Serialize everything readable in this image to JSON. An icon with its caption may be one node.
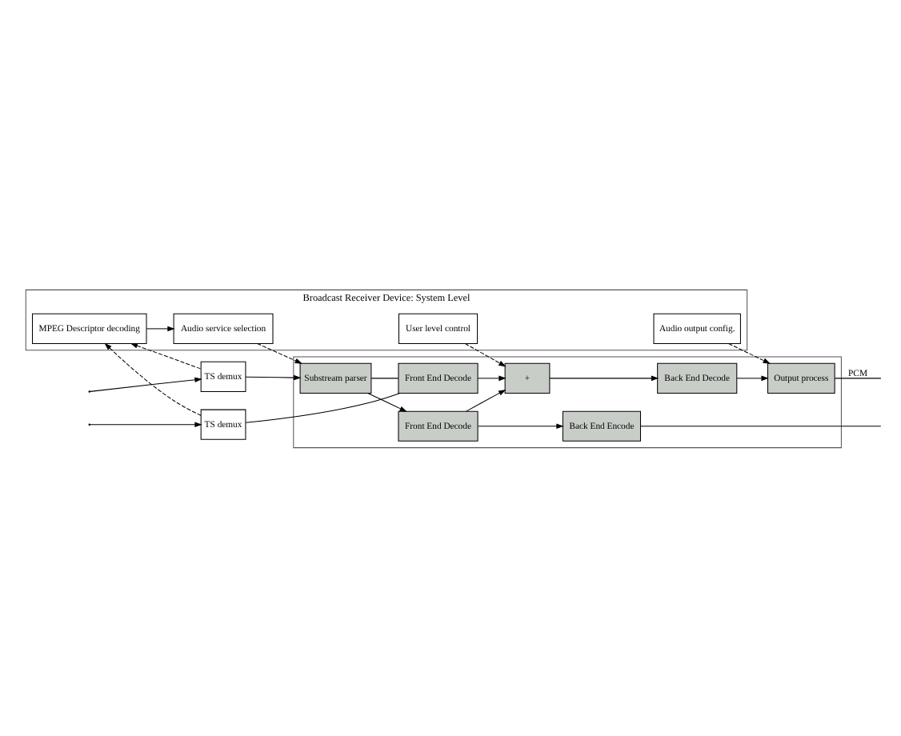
{
  "diagram": {
    "nodes": [
      {
        "text": [
          "Broadcast Receiver Device: System Level"
        ]
      },
      {
        "text": [
          "MPEG Descriptor decoding"
        ],
        "in": 0
      },
      {
        "text": [
          "Audio service selection"
        ],
        "in": 0
      },
      {
        "text": [
          "User level control"
        ],
        "in": 0
      },
      {
        "text": [
          "Audio output config."
        ],
        "in": 0
      },
      {
        "text": [],
        "shape": "box"
      },
      {
        "text": [
          "TS demux"
        ]
      },
      {
        "text": [
          "TS demux"
        ]
      },
      {
        "text": [
          "Substream parser"
        ],
        "in": 5
      },
      {
        "text": [
          "Front End Decode"
        ],
        "in": 5
      },
      {
        "text": [
          "Front End Decode"
        ],
        "in": 5
      },
      {
        "text": [
          "Back End Encode"
        ],
        "in": 5
      },
      {
        "text": [
          "+"
        ],
        "in": 5
      },
      {
        "text": [
          "Back End Decode"
        ],
        "in": 5
      },
      {
        "text": [
          "Output process"
        ],
        "in": 5
      }
    ],
    "edges": [
      {
        "from": null,
        "to": 6,
        "arrow": "to"
      },
      {
        "from": null,
        "to": 7,
        "arrow": "to"
      },
      {
        "from": 6,
        "to": 8,
        "arrow": "to"
      },
      {
        "from": 6,
        "to": 1,
        "arrow": "to",
        "style": "dashed"
      },
      {
        "from": 7,
        "to": 1,
        "arrow": "to",
        "style": "dashed"
      },
      {
        "from": 1,
        "to": 2,
        "arrow": "to"
      },
      {
        "from": 2,
        "to": 8,
        "arrow": "to",
        "style": "dashed"
      },
      {
        "from": 8,
        "to": 9,
        "arrow": "to"
      },
      {
        "from": 8,
        "to": 10,
        "arrow": "none"
      },
      {
        "from": 7,
        "to": 10,
        "arrow": "none"
      },
      {
        "from": 9,
        "to": 11,
        "arrow": "to"
      },
      {
        "from": 9,
        "to": 12,
        "arrow": "to"
      },
      {
        "from": 10,
        "to": 12,
        "arrow": "to"
      },
      {
        "from": 3,
        "to": 12,
        "arrow": "to",
        "style": "dashed"
      },
      {
        "from": 12,
        "to": 13,
        "arrow": "to"
      },
      {
        "from": 13,
        "to": 14,
        "arrow": "to"
      },
      {
        "from": 4,
        "to": 14,
        "arrow": "to",
        "style": "dashed"
      },
      {
        "from": 11,
        "to": null,
        "arrow": "none"
      },
      {
        "from": 14,
        "to": null,
        "arrow": "none",
        "label": "PCM"
      }
    ]
  }
}
